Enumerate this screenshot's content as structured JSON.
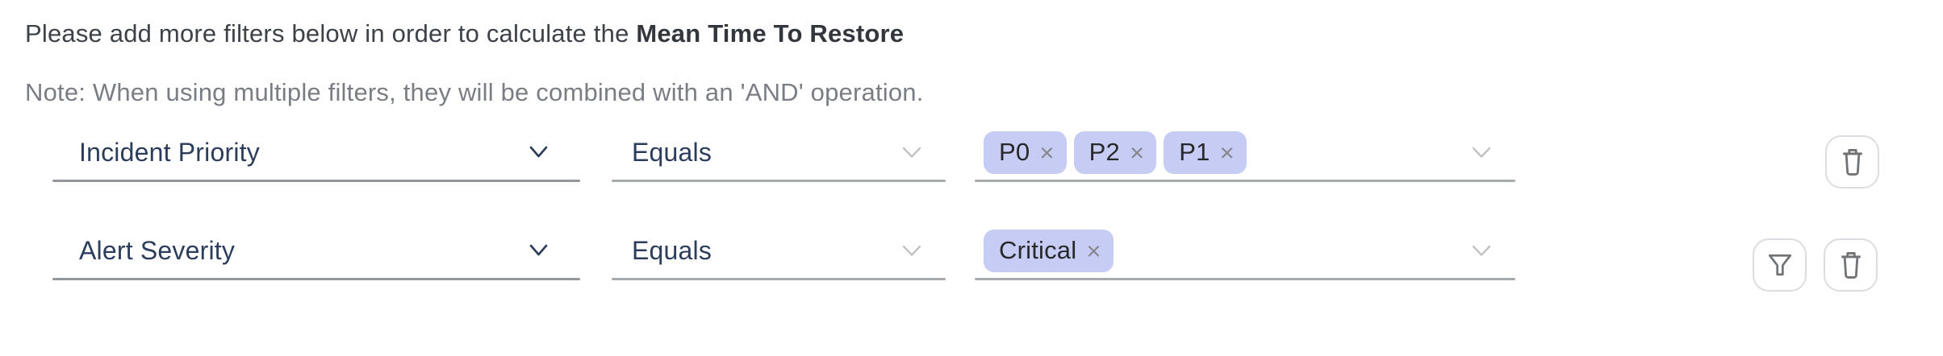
{
  "header": {
    "intro": "Please add more filters below in order to calculate the",
    "metric": "Mean Time To Restore",
    "note": "Note: When using multiple filters, they will be combined with an 'AND' operation."
  },
  "icons": {
    "remove_tag": "×",
    "chevron": "chevron-down",
    "delete": "trash",
    "filter": "funnel"
  },
  "rows": [
    {
      "field": "Incident Priority",
      "operator": "Equals",
      "values": [
        "P0",
        "P2",
        "P1"
      ]
    },
    {
      "field": "Alert Severity",
      "operator": "Equals",
      "values": [
        "Critical"
      ]
    }
  ],
  "colors": {
    "tag_background": "#c7ccf4",
    "field_label": "#2c3d5c",
    "heading_text": "#3d4249",
    "note_text": "#7a7e84",
    "underline": "#a4a7ab",
    "icon": "#717477",
    "button_border": "#dcdde0"
  }
}
